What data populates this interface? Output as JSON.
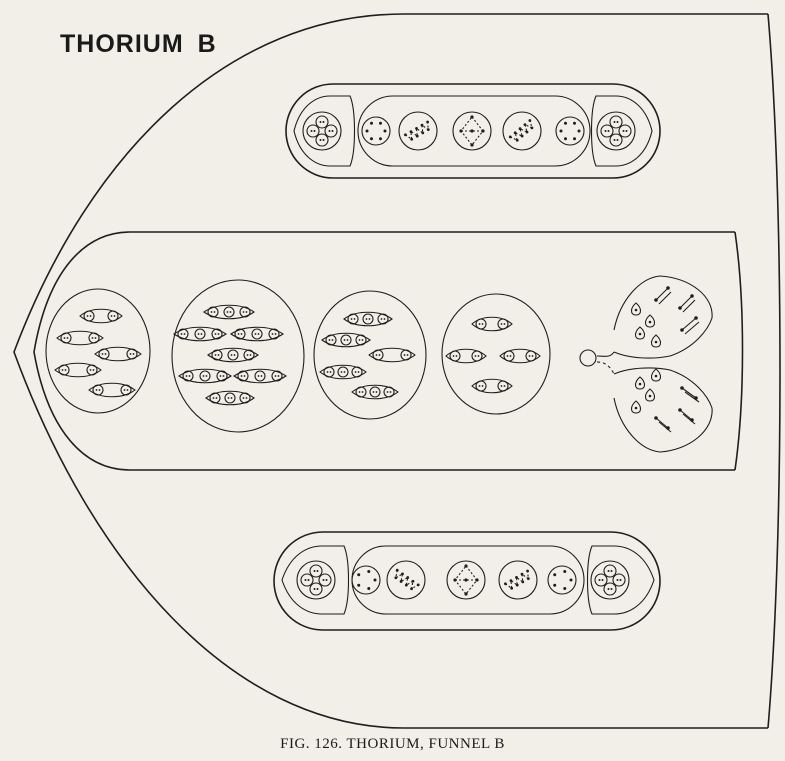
{
  "heading": {
    "element": "THORIUM",
    "funnel_letter": "B"
  },
  "caption": "FIG. 126. THORIUM, FUNNEL B",
  "colors": {
    "ink": "#1e1e1e",
    "paper": "#f2efe9"
  }
}
